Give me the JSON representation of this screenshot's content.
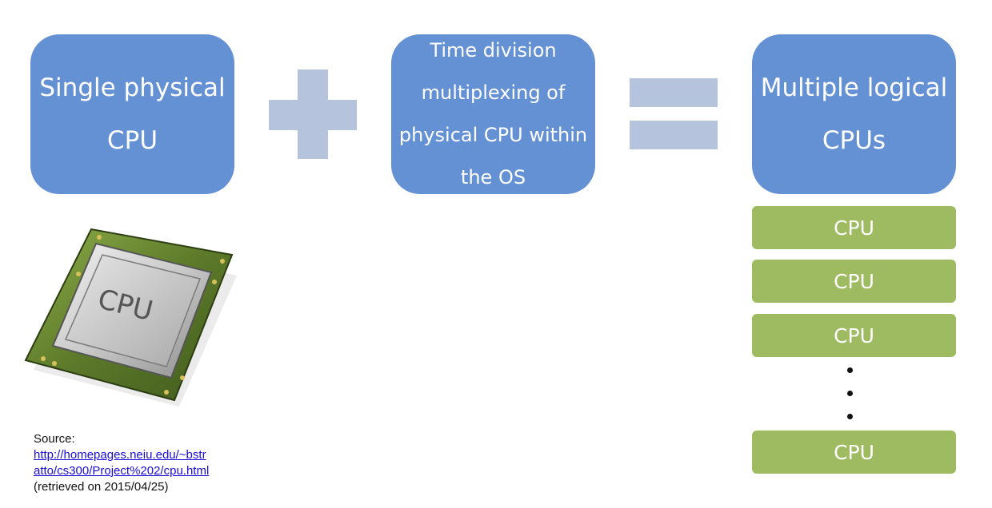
{
  "boxes": {
    "single": {
      "line1": "Single physical",
      "line2": "CPU"
    },
    "tdm": {
      "line1": "Time division",
      "line2": "multiplexing of",
      "line3": "physical CPU within",
      "line4": "the OS"
    },
    "multiple": {
      "line1": "Multiple logical",
      "line2": "CPUs"
    }
  },
  "cpu_list": [
    "CPU",
    "CPU",
    "CPU",
    "CPU"
  ],
  "chip_label": "CPU",
  "source": {
    "label": "Source:",
    "link_line1": "http://homepages.neiu.edu/~bstr",
    "link_line2": "atto/cs300/Project%202/cpu.html",
    "retrieved": "(retrieved on 2015/04/25)"
  },
  "colors": {
    "box_blue": "#6490d4",
    "operator_gray": "#b6c3dc",
    "cpu_green": "#9fbb61"
  },
  "icons": [
    "plus-icon",
    "equals-icon",
    "cpu-chip-image",
    "ellipsis-dots"
  ]
}
